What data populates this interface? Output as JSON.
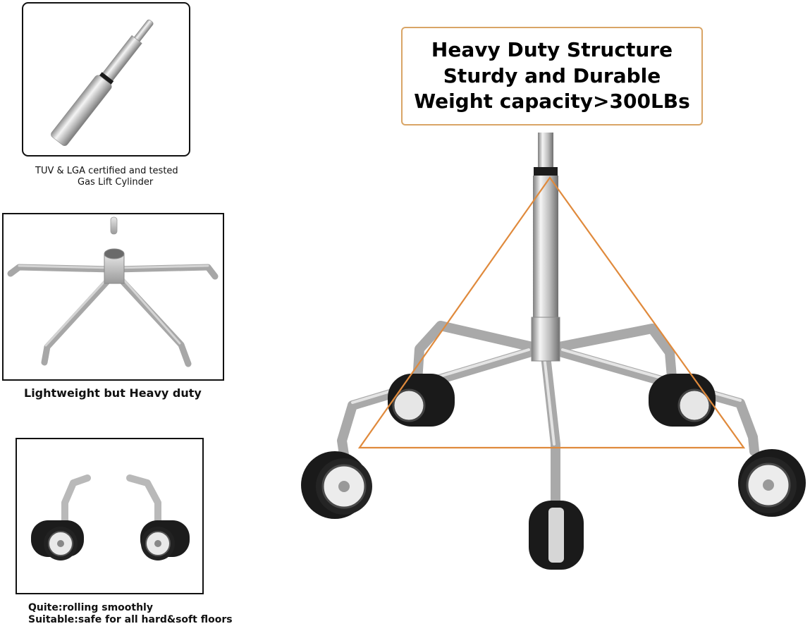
{
  "colors": {
    "background": "#ffffff",
    "panel_border": "#111111",
    "headline_border": "#d9a566",
    "load_triangle": "#e08a3c",
    "chrome": "#c8c8c8",
    "wheel": "#1c1c1c"
  },
  "panels": {
    "cylinder": {
      "caption_line1": "TUV & LGA certified and tested",
      "caption_line2": "Gas Lift Cylinder"
    },
    "base": {
      "caption": "Lightweight but Heavy duty"
    },
    "casters": {
      "caption_line1": "Quite:rolling smoothly",
      "caption_line2": "Suitable:safe for all hard&soft floors"
    }
  },
  "headline": {
    "line1": "Heavy Duty Structure",
    "line2": "Sturdy and Durable",
    "line3": "Weight capacity>300LBs"
  }
}
